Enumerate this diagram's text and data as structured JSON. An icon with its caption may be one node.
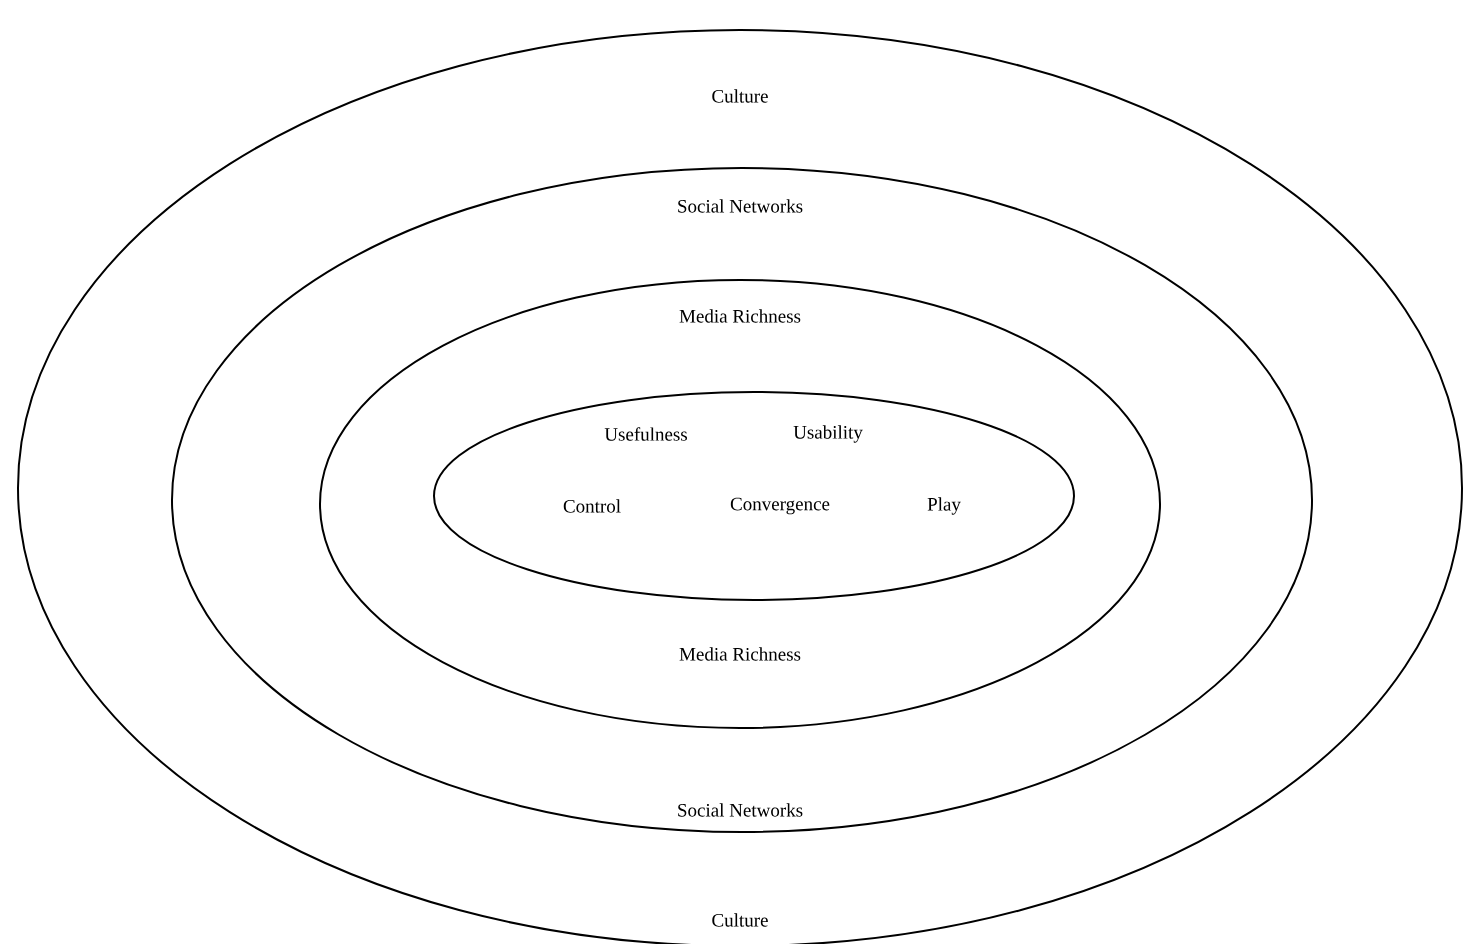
{
  "diagram": {
    "nodes": [
      {
        "text": [
          "Culture",
          "Culture"
        ]
      },
      {
        "text": [
          "Social Networks",
          "Social Networks"
        ],
        "in": 0
      },
      {
        "text": [
          "Media Richness",
          "Media Richness"
        ],
        "in": 1
      },
      {
        "text": [
          "Usefulness",
          "Usability",
          "Control",
          "Convergence",
          "Play"
        ],
        "in": 2
      }
    ]
  }
}
